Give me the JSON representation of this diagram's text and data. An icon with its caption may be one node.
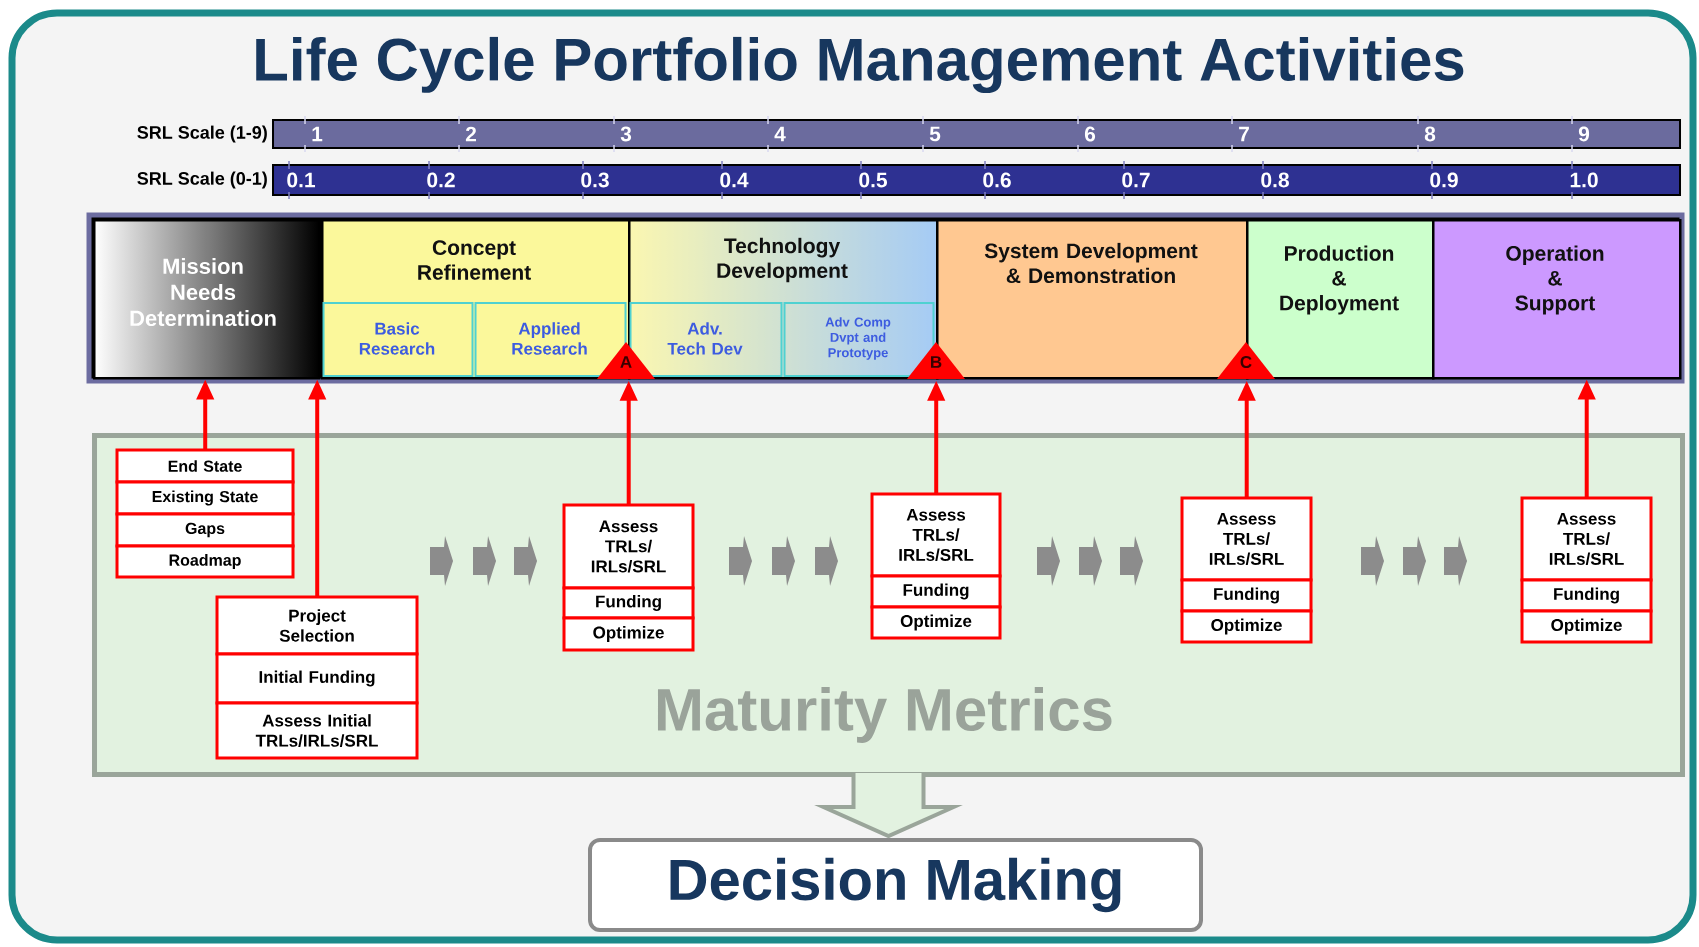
{
  "diagram": {
    "title": "Life Cycle Portfolio Management Activities",
    "nodes": [
      {
        "text": [
          "Mission Needs Determination"
        ]
      },
      {
        "text": [
          "Concept Refinement"
        ]
      },
      {
        "text": [
          "Basic Research"
        ],
        "in": 1
      },
      {
        "text": [
          "Applied Research"
        ],
        "in": 1
      },
      {
        "text": [
          "Technology Development"
        ]
      },
      {
        "text": [
          "Adv. Tech Dev"
        ],
        "in": 4
      },
      {
        "text": [
          "Adv Comp Dvpt and Prototype"
        ],
        "in": 4
      },
      {
        "text": [
          "System Development & Demonstration"
        ]
      },
      {
        "text": [
          "Production & Deployment"
        ]
      },
      {
        "text": [
          "Operation & Support"
        ]
      },
      {
        "text": [
          "A"
        ]
      },
      {
        "text": [
          "B"
        ]
      },
      {
        "text": [
          "C"
        ]
      },
      {
        "text": [
          "Maturity Metrics"
        ]
      },
      {
        "text": [
          "End State",
          "Existing State",
          "Gaps",
          "Roadmap"
        ],
        "in": 13
      },
      {
        "text": [
          "Project Selection",
          "Initial Funding",
          "Assess Initial TRLs/IRLs/SRL"
        ],
        "in": 13
      },
      {
        "text": [
          "Assess TRLs/ IRLs/SRL",
          "Funding",
          "Optimize"
        ],
        "in": 13
      },
      {
        "text": [
          "Assess TRLs/ IRLs/SRL",
          "Funding",
          "Optimize"
        ],
        "in": 13
      },
      {
        "text": [
          "Assess TRLs/ IRLs/SRL",
          "Funding",
          "Optimize"
        ],
        "in": 13
      },
      {
        "text": [
          "Assess TRLs/ IRLs/SRL",
          "Funding",
          "Optimize"
        ],
        "in": 13
      },
      {
        "text": [
          "Decision Making"
        ]
      }
    ],
    "edges": [
      {
        "from": 14,
        "to": 0,
        "arrow": "to"
      },
      {
        "from": 15,
        "to": 2,
        "arrow": "to"
      },
      {
        "from": 16,
        "to": 10,
        "arrow": "to"
      },
      {
        "from": 17,
        "to": 11,
        "arrow": "to"
      },
      {
        "from": 18,
        "to": 12,
        "arrow": "to"
      },
      {
        "from": 19,
        "to": 9,
        "arrow": "to"
      },
      {
        "from": 13,
        "to": 20,
        "arrow": "to",
        "style": "thick",
        "color": "#9aa59a"
      }
    ],
    "labels": [
      "SRL Scale (1-9)",
      "1",
      "2",
      "3",
      "4",
      "5",
      "6",
      "7",
      "8",
      "9",
      "SRL Scale (0-1)",
      "0.1",
      "0.2",
      "0.3",
      "0.4",
      "0.5",
      "0.6",
      "0.7",
      "0.8",
      "0.9",
      "1.0"
    ]
  }
}
